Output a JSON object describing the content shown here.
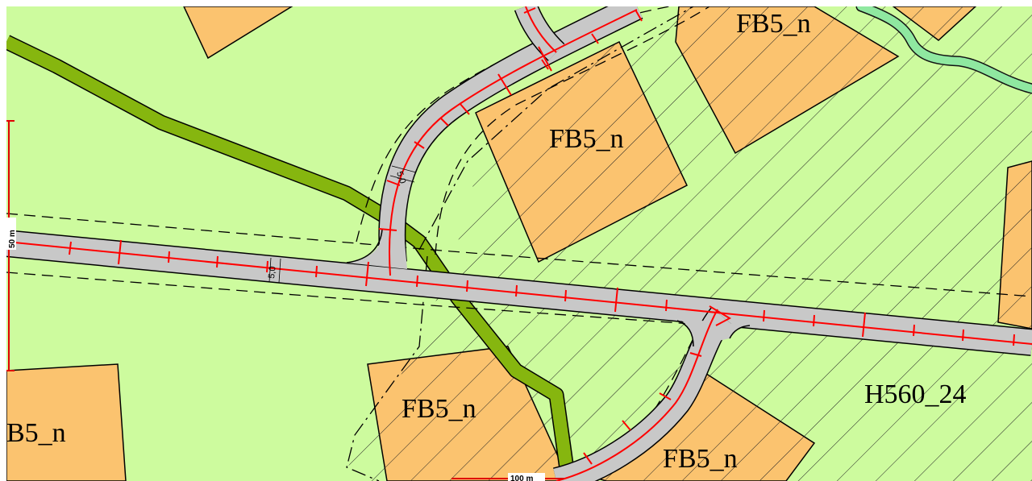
{
  "map": {
    "colors": {
      "background": "#cdfb9e",
      "plot": "#fbc36f",
      "road": "#c8c8c8",
      "road_centerline": "#ff0000",
      "path": "#86b60f",
      "stream": "#8fe8a0",
      "border": "#000000"
    },
    "zone_labels": {
      "plot_top_right": "FB5_n",
      "plot_center": "FB5_n",
      "plot_bottom_center": "FB5_n",
      "plot_bottom_right": "FB5_n",
      "plot_left_partial": "B5_n",
      "hatched_zone": "H560_24"
    },
    "road_width_labels": {
      "branch_road": "5,0",
      "main_road": "5,0"
    },
    "scale_bars": {
      "vertical": "50 m",
      "horizontal": "100 m"
    },
    "hatch_zone": "H560_24"
  }
}
